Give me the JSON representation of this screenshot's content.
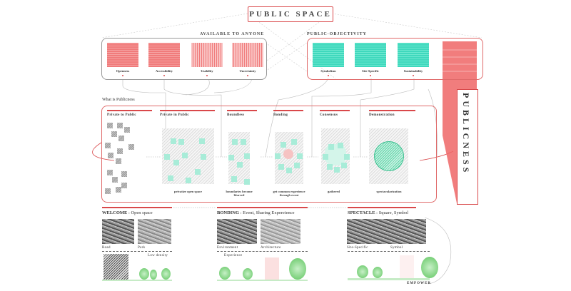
{
  "title": "PUBLIC SPACE",
  "available": {
    "label": "AVAILABLE TO ANYONE",
    "items": [
      "Openness",
      "Accessibility",
      "Usability",
      "Uncertainty"
    ]
  },
  "objectivity": {
    "label": "PUBLIC-OBJECTIVITY",
    "items": [
      "Symbolism",
      "Site-Specific",
      "Sustainability"
    ]
  },
  "vertical_label": "PUBLICNESS",
  "section_label": "What is Publicness",
  "columns": [
    {
      "title": "Private to Public",
      "desc": ""
    },
    {
      "title": "Private in Public",
      "desc": "privatize open space"
    },
    {
      "title": "Boundless",
      "desc": "boundaries become blurred"
    },
    {
      "title": "Bonding",
      "desc": "get common experience through event"
    },
    {
      "title": "Consensus",
      "desc": "gathered"
    },
    {
      "title": "Demonstration",
      "desc": "spectacularization"
    }
  ],
  "bottom": [
    {
      "head": "WELCOME",
      "sub": " : Open space",
      "labels": [
        "Road",
        "Park"
      ],
      "note": "Low density"
    },
    {
      "head": "BONDING",
      "sub": " : Event, Sharing Expereience",
      "labels": [
        "Environment",
        "Architecture"
      ],
      "note": "Experience"
    },
    {
      "head": "SPECTACLE",
      "sub": " : Square, Symbol",
      "labels": [
        "Site-Specific",
        "Symbol"
      ],
      "note": ""
    }
  ],
  "empower": "EMPOWER",
  "colors": {
    "accent": "#d9484a",
    "teal": "#3fd8bd",
    "green": "#5fc55f"
  }
}
